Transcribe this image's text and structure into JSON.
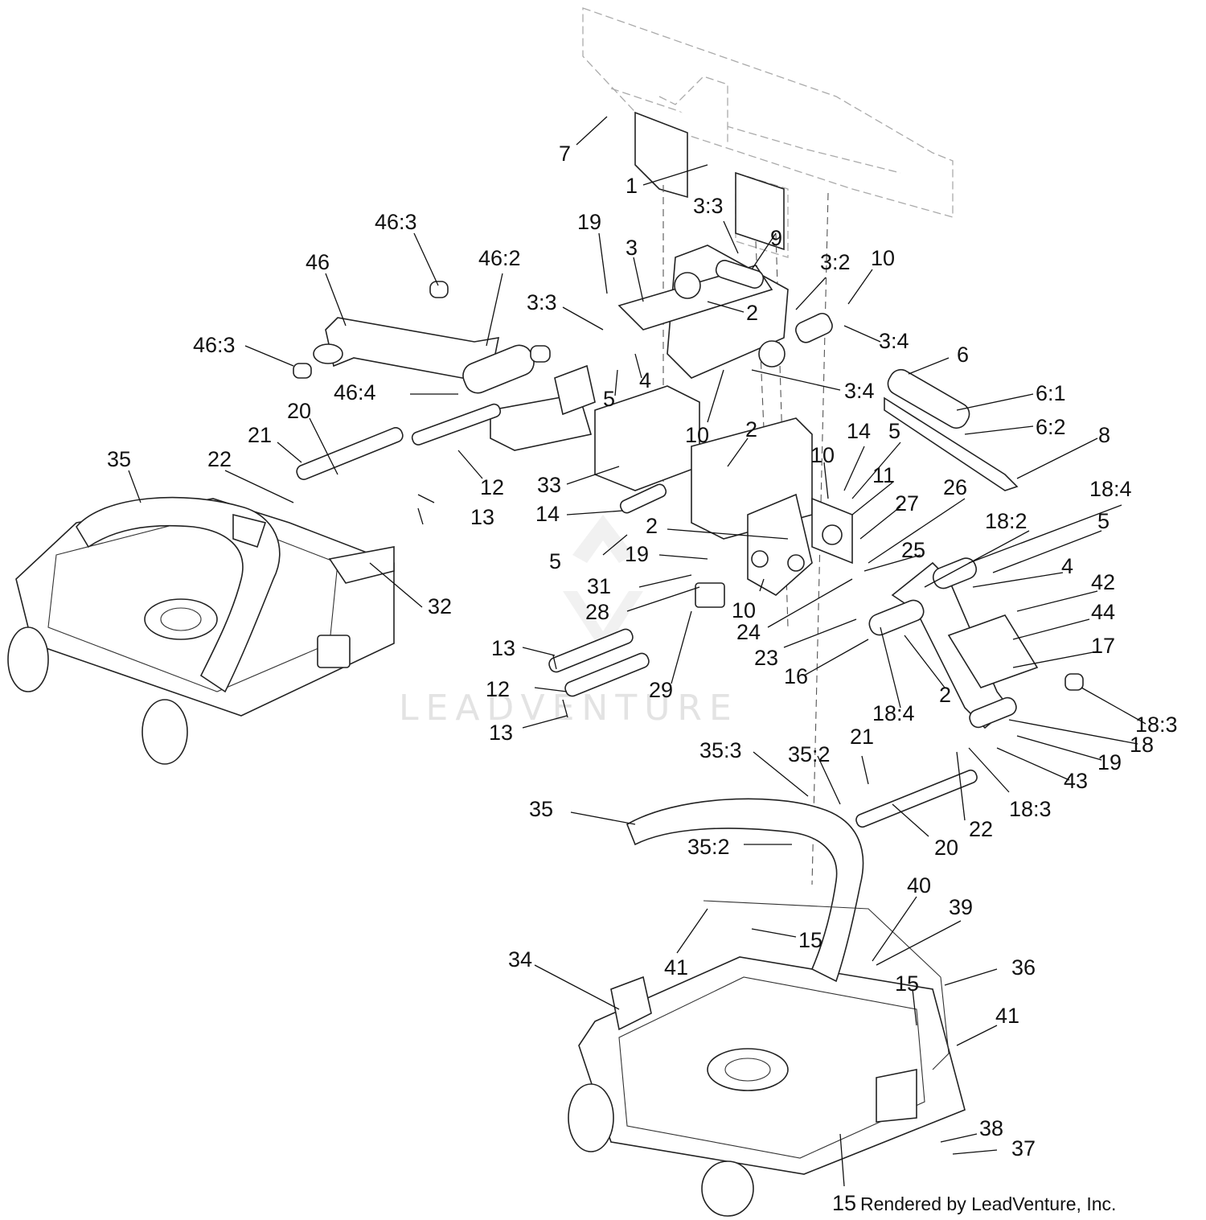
{
  "watermark": "LEADVENTURE",
  "credit": "Rendered by LeadVenture, Inc.",
  "callouts": [
    "7",
    "1",
    "3:3",
    "9",
    "19",
    "3",
    "3:2",
    "10",
    "46:3",
    "46",
    "46:2",
    "3:3",
    "2",
    "46:3",
    "3:4",
    "4",
    "5",
    "6",
    "46:4",
    "3:4",
    "6:1",
    "6",
    "20",
    "21",
    "10",
    "2",
    "6:2",
    "8",
    "35",
    "22",
    "12",
    "33",
    "14",
    "5",
    "10",
    "11",
    "27",
    "26",
    "18:4",
    "13",
    "14",
    "18:2",
    "5",
    "5",
    "2",
    "25",
    "19",
    "4",
    "42",
    "31",
    "28",
    "44",
    "10",
    "32",
    "24",
    "17",
    "13",
    "29",
    "23",
    "16",
    "12",
    "2",
    "18:4",
    "18:3",
    "13",
    "18",
    "19",
    "43",
    "35:3",
    "35:2",
    "21",
    "18:3",
    "35",
    "22",
    "20",
    "35:2",
    "40",
    "39",
    "15",
    "36",
    "34",
    "41",
    "15",
    "41",
    "38",
    "37",
    "15"
  ]
}
